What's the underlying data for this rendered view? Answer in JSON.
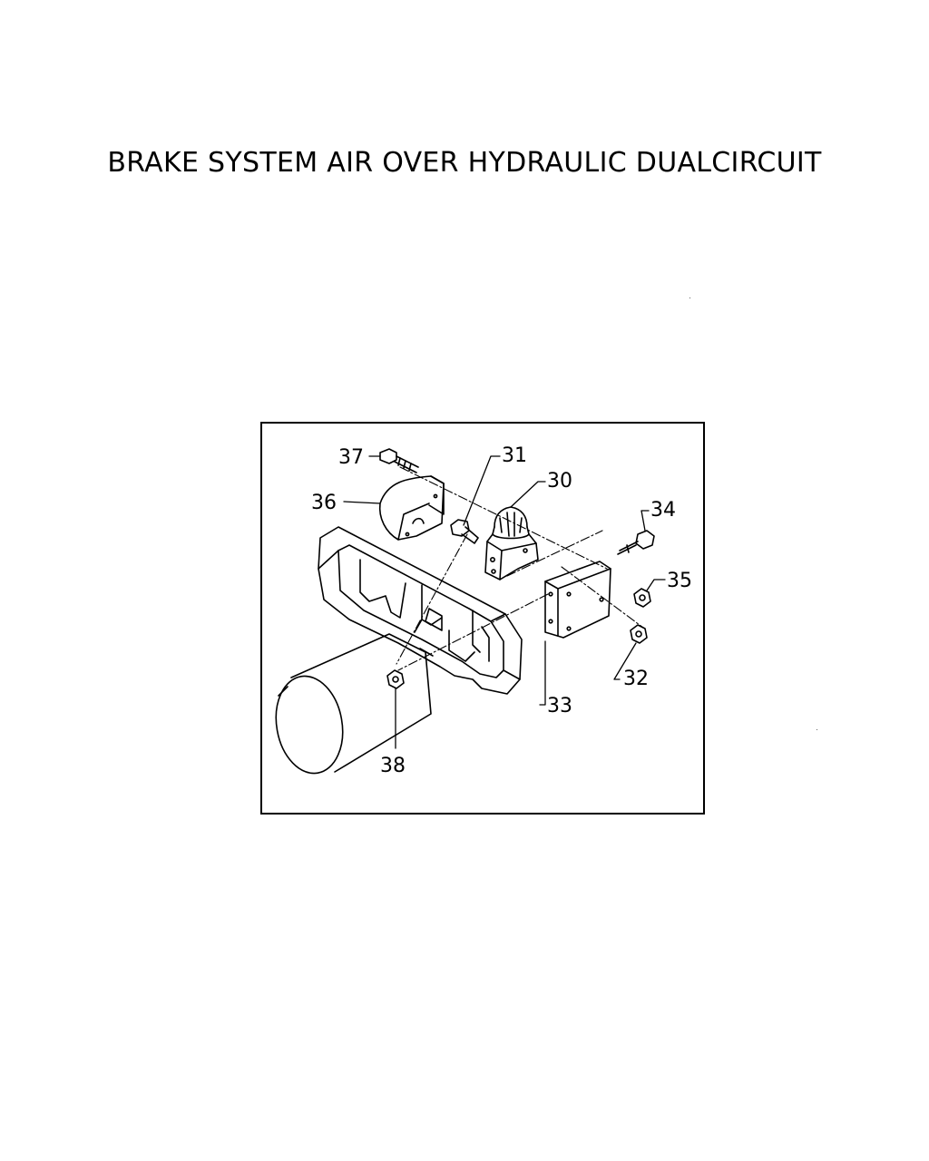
{
  "page": {
    "title": "BRAKE SYSTEM AIR OVER HYDRAULIC DUALCIRCUIT"
  },
  "diagram": {
    "callouts": [
      {
        "id": "30",
        "label": "30"
      },
      {
        "id": "31",
        "label": "31"
      },
      {
        "id": "32",
        "label": "32"
      },
      {
        "id": "33",
        "label": "33"
      },
      {
        "id": "34",
        "label": "34"
      },
      {
        "id": "35",
        "label": "35"
      },
      {
        "id": "36",
        "label": "36"
      },
      {
        "id": "37",
        "label": "37"
      },
      {
        "id": "38",
        "label": "38"
      }
    ]
  }
}
